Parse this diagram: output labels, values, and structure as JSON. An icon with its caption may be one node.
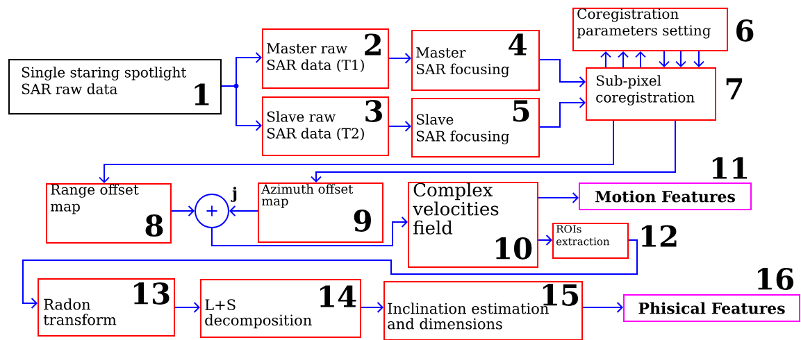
{
  "diagram": {
    "nodes": [
      {
        "text": [
          "Single staring spotlight SAR raw data",
          "1"
        ]
      },
      {
        "text": [
          "Master raw SAR data (T1)",
          "2"
        ]
      },
      {
        "text": [
          "Slave raw SAR data (T2)",
          "3"
        ]
      },
      {
        "text": [
          "Master SAR focusing",
          "4"
        ]
      },
      {
        "text": [
          "Slave SAR focusing",
          "5"
        ]
      },
      {
        "text": [
          "Coregistration parameters setting",
          "6"
        ]
      },
      {
        "text": [
          "Sub-pixel coregistration",
          "7"
        ]
      },
      {
        "text": [
          "Range offset map",
          "8"
        ]
      },
      {
        "text": [
          "+"
        ],
        "beside": [
          "j"
        ]
      },
      {
        "text": [
          "Azimuth offset map",
          "9"
        ]
      },
      {
        "text": [
          "Complex velocities field",
          "10"
        ]
      },
      {
        "text": [
          "11",
          "Motion Features"
        ]
      },
      {
        "text": [
          "ROIs extraction",
          "12"
        ]
      },
      {
        "text": [
          "Radon transform",
          "13"
        ]
      },
      {
        "text": [
          "L+S decomposition",
          "14"
        ]
      },
      {
        "text": [
          "Inclination estimation and dimensions",
          "15"
        ]
      },
      {
        "text": [
          "16",
          "Phisical Features"
        ]
      }
    ],
    "edges": [
      {
        "from": 0,
        "to": 1,
        "arrow": "to"
      },
      {
        "from": 0,
        "to": 2,
        "arrow": "to"
      },
      {
        "from": 1,
        "to": 3,
        "arrow": "to"
      },
      {
        "from": 2,
        "to": 4,
        "arrow": "to"
      },
      {
        "from": 3,
        "to": 6,
        "arrow": "to"
      },
      {
        "from": 4,
        "to": 6,
        "arrow": "to"
      },
      {
        "from": 6,
        "to": 5,
        "arrow": "to"
      },
      {
        "from": 6,
        "to": 5,
        "arrow": "to"
      },
      {
        "from": 6,
        "to": 5,
        "arrow": "to"
      },
      {
        "from": 5,
        "to": 6,
        "arrow": "to"
      },
      {
        "from": 5,
        "to": 6,
        "arrow": "to"
      },
      {
        "from": 5,
        "to": 6,
        "arrow": "to"
      },
      {
        "from": 6,
        "to": 7,
        "arrow": "to"
      },
      {
        "from": 6,
        "to": 9,
        "arrow": "to"
      },
      {
        "from": 7,
        "to": 8,
        "arrow": "to"
      },
      {
        "from": 9,
        "to": 8,
        "arrow": "to"
      },
      {
        "from": 8,
        "to": 10,
        "arrow": "to"
      },
      {
        "from": 10,
        "to": 11,
        "arrow": "to"
      },
      {
        "from": 10,
        "to": 12,
        "arrow": "to"
      },
      {
        "from": 12,
        "to": 13,
        "arrow": "to"
      },
      {
        "from": 13,
        "to": 14,
        "arrow": "to"
      },
      {
        "from": 14,
        "to": 15,
        "arrow": "to"
      },
      {
        "from": 15,
        "to": 16,
        "arrow": "to"
      }
    ]
  }
}
